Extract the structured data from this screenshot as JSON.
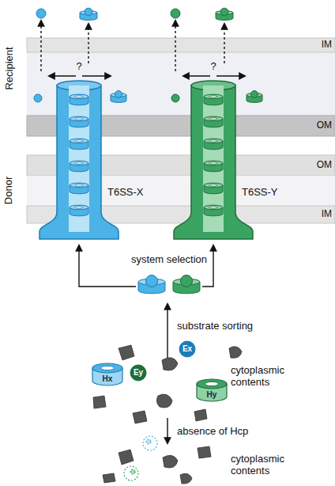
{
  "diagram": {
    "nodes": [
      {
        "text": [
          "T6SS-X"
        ]
      },
      {
        "text": [
          "T6SS-Y"
        ]
      },
      {
        "text": [
          "Ex"
        ]
      },
      {
        "text": [
          "Ey"
        ]
      },
      {
        "text": [
          "Hx"
        ]
      },
      {
        "text": [
          "Hy"
        ]
      }
    ],
    "labels": [
      "Recipient",
      "Donor",
      "IM",
      "OM",
      "OM",
      "IM",
      "?",
      "?",
      "system selection",
      "substrate sorting",
      "cytoplasmic contents",
      "absence of Hcp",
      "cytoplasmic contents"
    ]
  }
}
